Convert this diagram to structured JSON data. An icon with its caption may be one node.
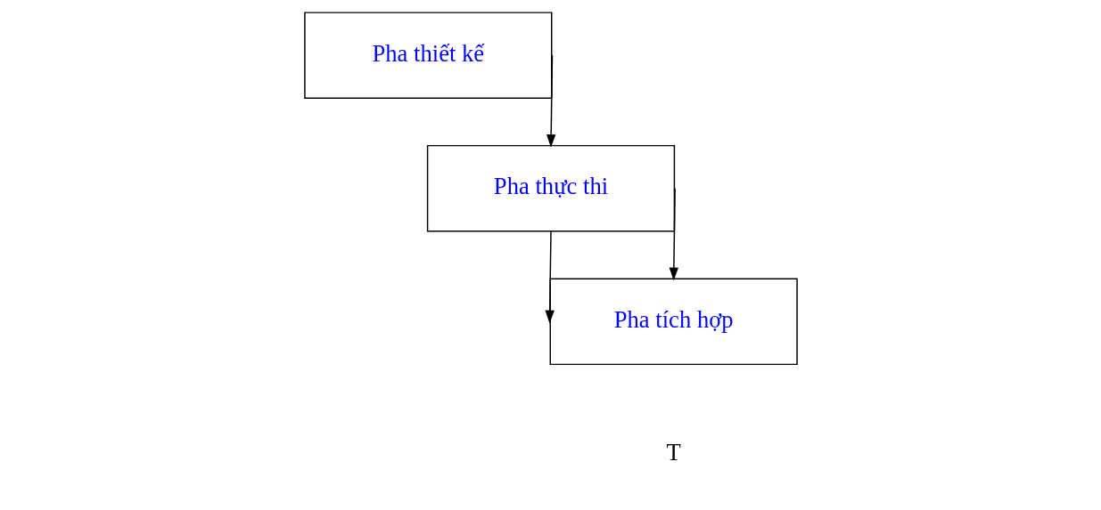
{
  "diagram": {
    "nodes": [
      {
        "text": [
          "Pha thiết kế"
        ]
      },
      {
        "text": [
          "Pha thực thi"
        ]
      },
      {
        "text": [
          "Pha tích hợp"
        ]
      }
    ],
    "edges": [
      {
        "from": 0,
        "to": 1,
        "arrow": "to"
      },
      {
        "from": 1,
        "to": 2,
        "arrow": "to"
      },
      {
        "from": 1,
        "to": 2,
        "arrow": "to"
      }
    ],
    "labels": [
      "T"
    ]
  }
}
